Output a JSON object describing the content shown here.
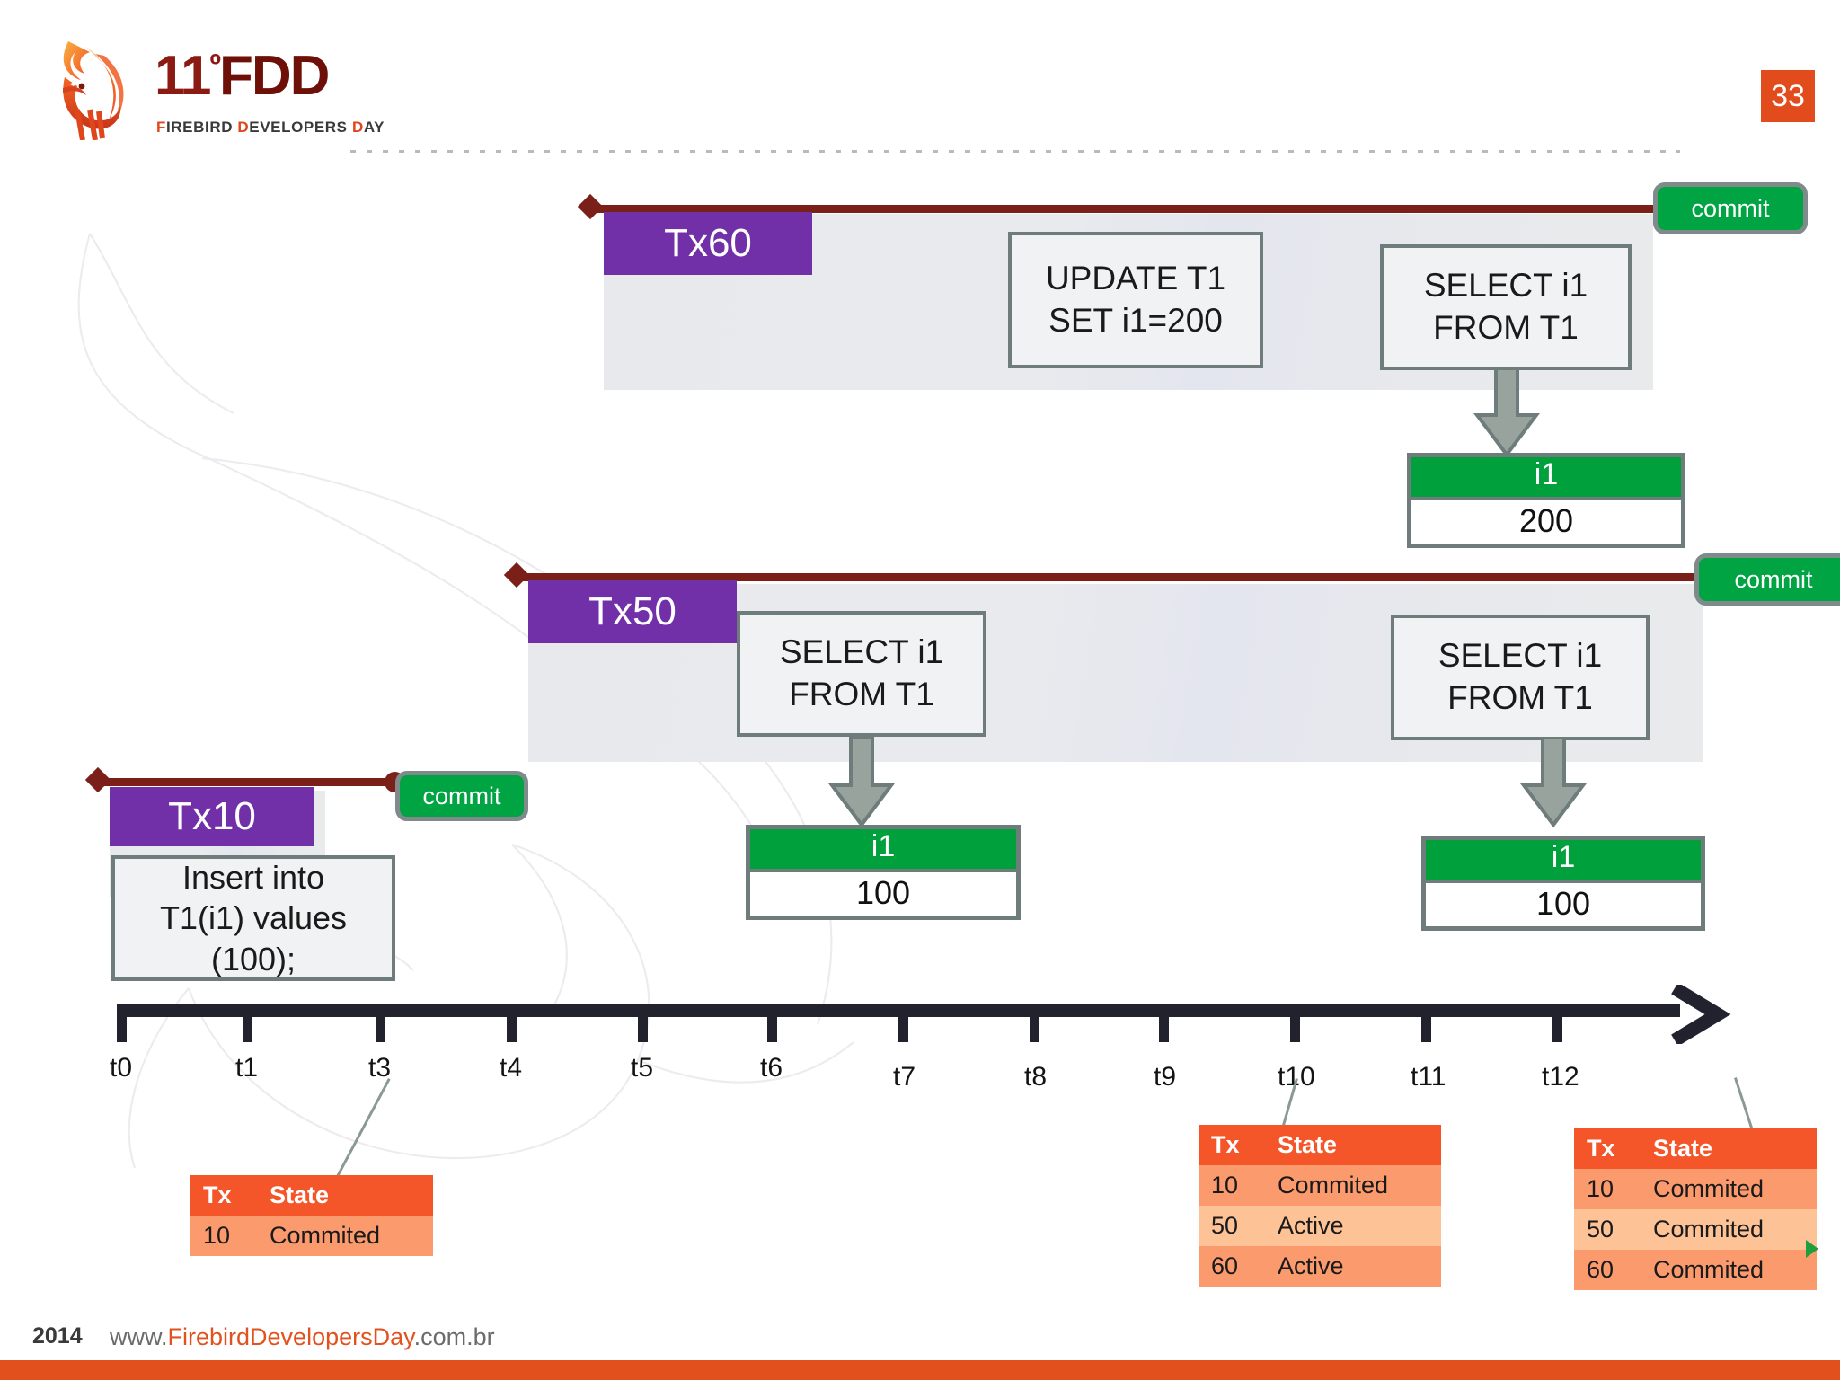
{
  "header": {
    "logo_number": "11",
    "logo_degree": "º",
    "logo_name": "FDD",
    "logo_subtitle": "FIREBIRD DEVELOPERS DAY",
    "page_number": "33"
  },
  "transactions": [
    {
      "id": "tx60",
      "label": "Tx60",
      "commit_label": "commit",
      "statements": [
        {
          "name": "update-statement",
          "line1": "UPDATE T1",
          "line2": "SET i1=200"
        },
        {
          "name": "select-statement",
          "line1": "SELECT  i1",
          "line2": "FROM T1"
        }
      ],
      "result": {
        "column": "i1",
        "value": "200"
      }
    },
    {
      "id": "tx50",
      "label": "Tx50",
      "commit_label": "commit",
      "statements": [
        {
          "name": "select-statement-first",
          "line1": "SELECT  i1",
          "line2": "FROM T1"
        },
        {
          "name": "select-statement-second",
          "line1": "SELECT  i1",
          "line2": "FROM T1"
        }
      ],
      "results": [
        {
          "column": "i1",
          "value": "100"
        },
        {
          "column": "i1",
          "value": "100"
        }
      ]
    },
    {
      "id": "tx10",
      "label": "Tx10",
      "commit_label": "commit",
      "statement": {
        "line1": "Insert into",
        "line2": "T1(i1) values",
        "line3": "(100);"
      }
    }
  ],
  "timeline": {
    "ticks": [
      "t0",
      "t1",
      "t3",
      "t4",
      "t5",
      "t6",
      "t7",
      "t8",
      "t9",
      "t10",
      "t11",
      "t12"
    ]
  },
  "state_tables": [
    {
      "name": "state-table-t3",
      "headers": [
        "Tx",
        "State"
      ],
      "rows": [
        [
          "10",
          "Commited"
        ]
      ]
    },
    {
      "name": "state-table-t10",
      "headers": [
        "Tx",
        "State"
      ],
      "rows": [
        [
          "10",
          "Commited"
        ],
        [
          "50",
          "Active"
        ],
        [
          "60",
          "Active"
        ]
      ]
    },
    {
      "name": "state-table-t12",
      "headers": [
        "Tx",
        "State"
      ],
      "rows": [
        [
          "10",
          "Commited"
        ],
        [
          "50",
          "Commited"
        ],
        [
          "60",
          "Commited"
        ]
      ]
    }
  ],
  "footer": {
    "year": "2014",
    "url_prefix": "www.",
    "url_brand": "FirebirdDevelopersDay",
    "url_suffix": ".com.br"
  },
  "colors": {
    "accent_orange": "#E2501E",
    "tx_purple": "#7130A8",
    "commit_green": "#00A443",
    "tx_line_dark_red": "#7B2018",
    "table_header": "#F4562A"
  }
}
